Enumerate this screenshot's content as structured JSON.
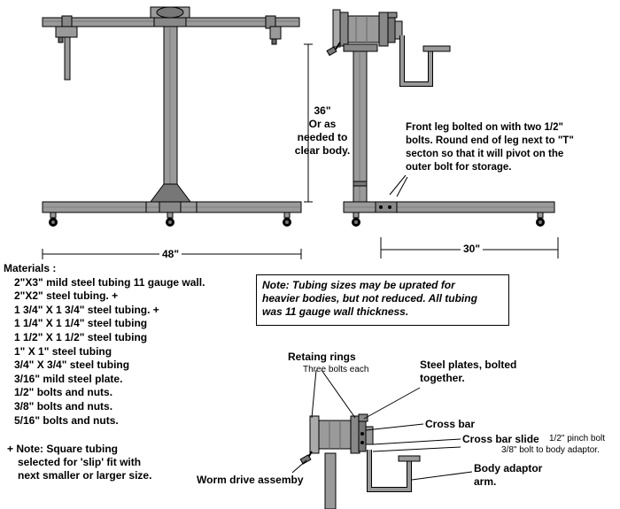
{
  "dimensions": {
    "height": [
      "36\"",
      "Or as",
      "needed to",
      "clear body."
    ],
    "width_front": "48\"",
    "width_side": "30\""
  },
  "front_leg_note": [
    "Front leg bolted on with two 1/2\"",
    "bolts. Round end of leg next to \"T\"",
    "secton so that it will pivot on the",
    "outer bolt for storage."
  ],
  "materials": {
    "title": "Materials :",
    "items": [
      "2\"X3\" mild steel tubing 11 gauge wall.",
      "2\"X2\" steel tubing. +",
      "1 3/4\" X 1 3/4\" steel tubing.  +",
      "1 1/4\" X 1 1/4\" steel tubing",
      "1 1/2\" X 1 1/2\" steel tubing",
      "1\" X 1\" steel tubing",
      "3/4\" X 3/4\" steel tubing",
      "3/16\" mild steel plate.",
      "1/2\" bolts and nuts.",
      "3/8\" bolts and nuts.",
      "5/16\" bolts and nuts."
    ]
  },
  "square_tubing_note": [
    "+  Note: Square tubing",
    "selected for 'slip' fit with",
    "next smaller or larger size."
  ],
  "tubing_note": [
    "Note: Tubing sizes may be uprated for",
    "heavier bodies, but not reduced. All tubing",
    "was 11 gauge wall thickness."
  ],
  "labels": {
    "retaining_rings": "Retaing rings",
    "three_bolts": "Three bolts each",
    "steel_plates": [
      "Steel plates, bolted",
      "together."
    ],
    "cross_bar": "Cross bar",
    "cross_bar_slide": "Cross bar slide",
    "pinch_bolt": "1/2\" pinch bolt",
    "adaptor_bolt": "3/8\" bolt to body adaptor.",
    "worm_drive": "Worm drive assemby",
    "body_adaptor": [
      "Body adaptor",
      "arm."
    ]
  }
}
